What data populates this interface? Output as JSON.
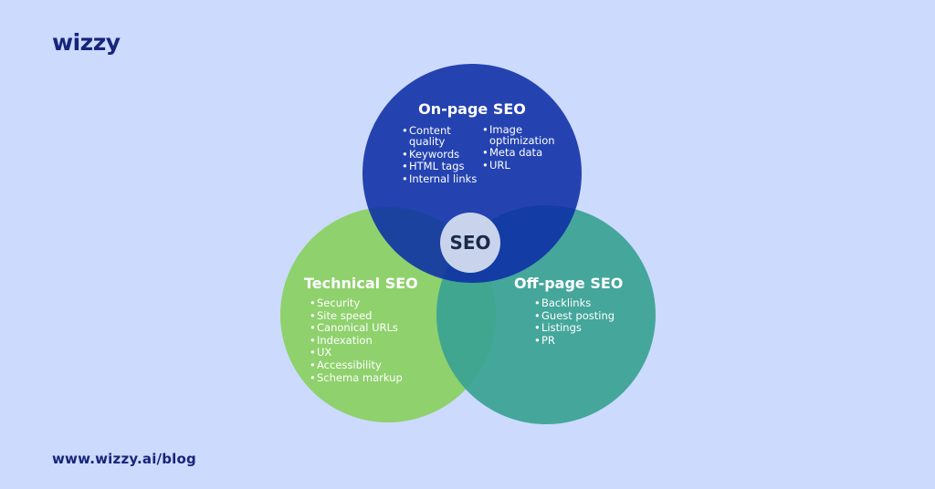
{
  "brand": {
    "logo_text": "wizzy"
  },
  "footer": {
    "url": "www.wizzy.ai/blog"
  },
  "colors": {
    "background": "#ccdafd",
    "onpage": "#0d2ea6",
    "technical": "#8fd16d",
    "offpage": "#3aa293",
    "center": "#c9d4ec",
    "brand": "#16257a"
  },
  "diagram": {
    "center": "SEO",
    "onpage": {
      "title": "On-page SEO",
      "left_items": [
        "Content",
        "quality",
        "Keywords",
        "HTML tags",
        "Internal links"
      ],
      "right_items": [
        "Image",
        "optimization",
        "Meta data",
        "URL"
      ]
    },
    "technical": {
      "title": "Technical SEO",
      "items": [
        "Security",
        "Site speed",
        "Canonical URLs",
        "Indexation",
        "UX",
        "Accessibility",
        "Schema markup"
      ]
    },
    "offpage": {
      "title": "Off-page SEO",
      "items": [
        "Backlinks",
        "Guest posting",
        "Listings",
        "PR"
      ]
    }
  }
}
